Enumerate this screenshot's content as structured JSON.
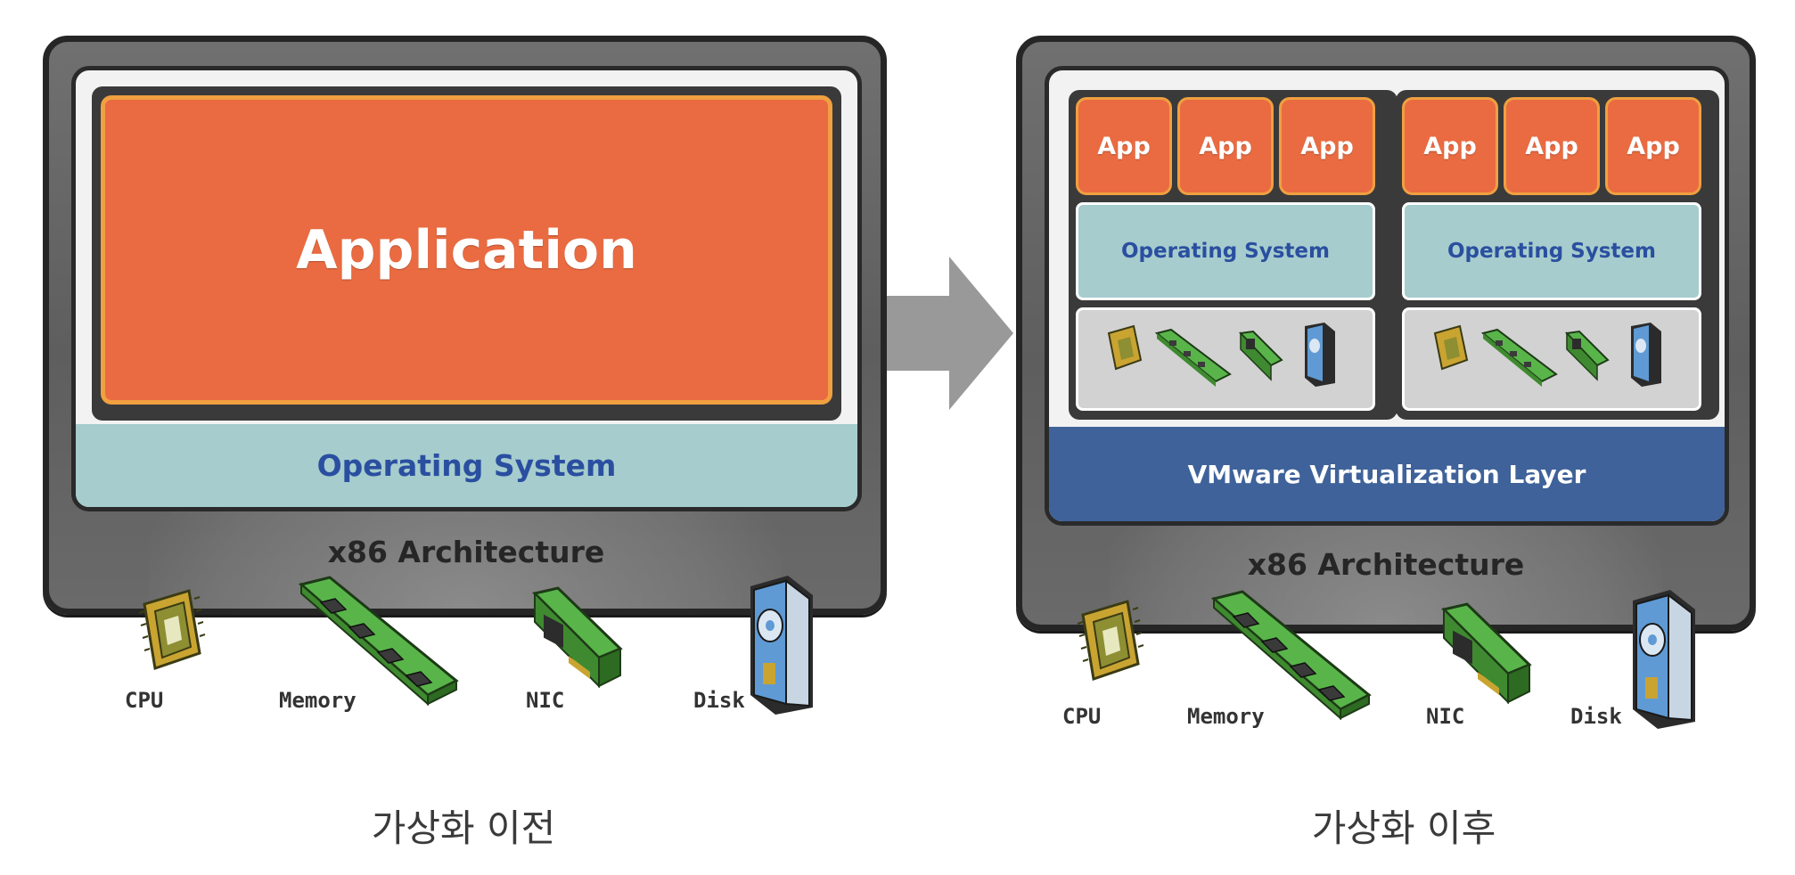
{
  "before": {
    "application": "Application",
    "operating_system": "Operating System",
    "architecture": "x86 Architecture",
    "hardware": {
      "cpu": "CPU",
      "memory": "Memory",
      "nic": "NIC",
      "disk": "Disk"
    },
    "caption": "가상화 이전"
  },
  "after": {
    "vms": [
      {
        "apps": [
          "App",
          "App",
          "App"
        ],
        "operating_system": "Operating System"
      },
      {
        "apps": [
          "App",
          "App",
          "App"
        ],
        "operating_system": "Operating System"
      }
    ],
    "virtualization_layer": "VMware Virtualization Layer",
    "architecture": "x86 Architecture",
    "hardware": {
      "cpu": "CPU",
      "memory": "Memory",
      "nic": "NIC",
      "disk": "Disk"
    },
    "caption": "가상화 이후"
  },
  "colors": {
    "application": "#ea6b41",
    "operating_system": "#a6cccd",
    "virtualization_layer": "#3e6299",
    "hardware_frame": "#666666",
    "arrow": "#999999"
  }
}
